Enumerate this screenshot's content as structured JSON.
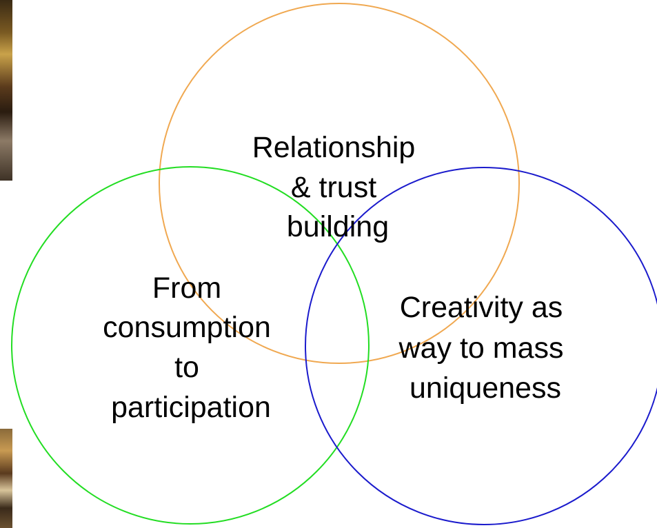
{
  "diagram": {
    "circles": [
      {
        "id": "top",
        "color": "#f0a850",
        "label_lines": [
          "Relationship",
          "& trust",
          "building"
        ]
      },
      {
        "id": "left",
        "color": "#22dd22",
        "label_lines": [
          "From",
          "consumption",
          "to",
          "participation"
        ]
      },
      {
        "id": "right",
        "color": "#1a1acc",
        "label_lines": [
          "Creativity as",
          "way to mass",
          "uniqueness"
        ]
      }
    ]
  }
}
